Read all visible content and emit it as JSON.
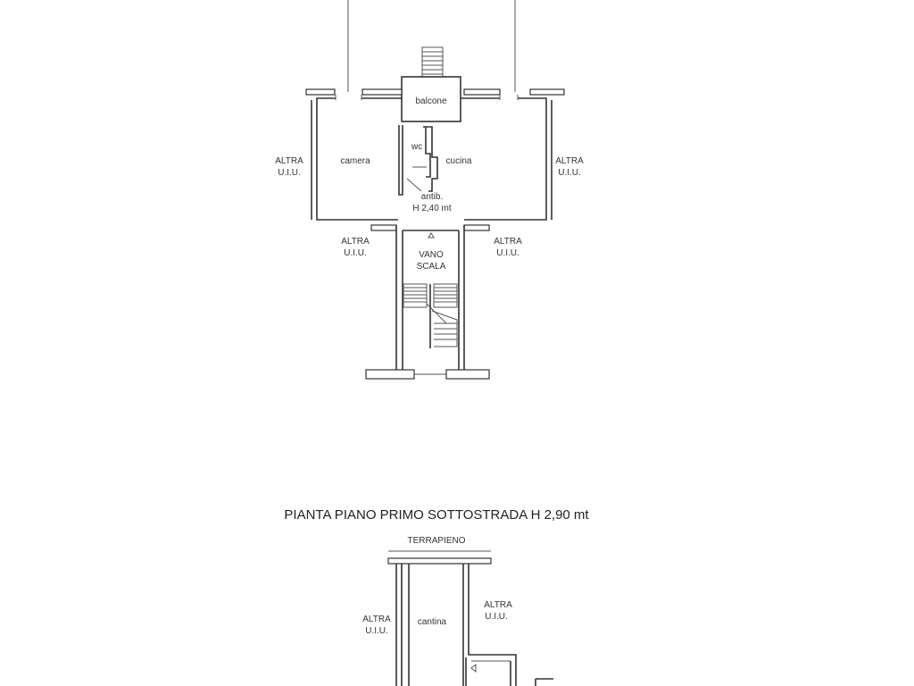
{
  "ground_floor": {
    "rooms": {
      "balcone": "balcone",
      "camera": "camera",
      "wc": "wc",
      "cucina": "cucina",
      "antib": "antib.",
      "antib_height": "H 2,40 mt",
      "vano": "VANO",
      "scala": "SCALA"
    },
    "neighbours": {
      "altra": "ALTRA",
      "uiu": "U.I.U."
    }
  },
  "basement": {
    "title": "PIANTA PIANO PRIMO SOTTOSTRADA H 2,90 mt",
    "terrapieno": "TERRAPIENO",
    "cantina": "cantina",
    "neighbours": {
      "altra": "ALTRA",
      "uiu": "U.I.U."
    }
  }
}
